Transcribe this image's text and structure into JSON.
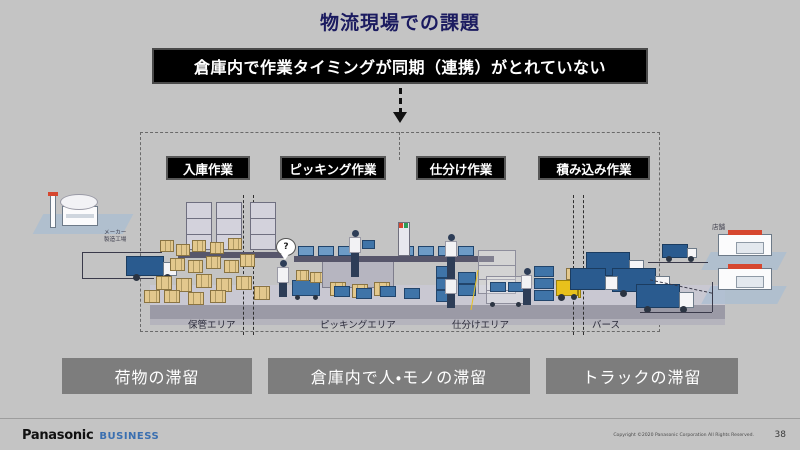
{
  "slide": {
    "title": "物流現場での課題",
    "page_number": "38",
    "background_color": "#c4c4c4"
  },
  "banner": {
    "text": "倉庫内で作業タイミングが同期（連携）がとれていない",
    "background_color": "#000000",
    "text_color": "#ffffff"
  },
  "phases": [
    {
      "label": "入庫作業"
    },
    {
      "label": "ピッキング作業"
    },
    {
      "label": "仕分け作業"
    },
    {
      "label": "積み込み作業"
    }
  ],
  "scene": {
    "origin_label": "メーカー\n製造工場",
    "origin_label_line1": "メーカー",
    "origin_label_line2": "製造工場",
    "destination_label": "店舗",
    "question_mark": "?",
    "areas": [
      {
        "label": "保管エリア"
      },
      {
        "label": "ピッキングエリア"
      },
      {
        "label": "仕分けエリア"
      },
      {
        "label": "バース"
      }
    ]
  },
  "issues": [
    {
      "label": "荷物の滞留"
    },
    {
      "label": "倉庫内で人・モノの滞留"
    },
    {
      "label": "トラックの滞留"
    }
  ],
  "footer": {
    "brand": "Panasonic",
    "brand_suffix": "BUSINESS",
    "copyright": "Copyright ©2020 Panasonic Corporation All Rights Reserved.",
    "brand_color": "#111111",
    "suffix_color": "#3a6fb0"
  }
}
